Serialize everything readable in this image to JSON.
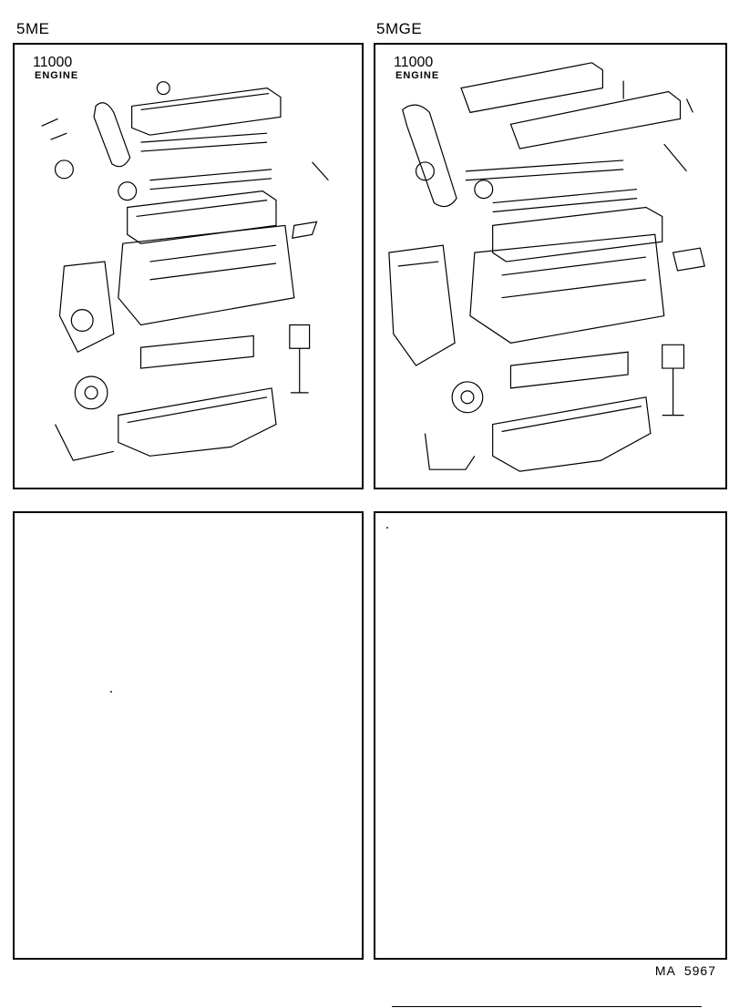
{
  "panels": {
    "left_top": {
      "model": "5ME",
      "part_number": "11000",
      "part_name": "ENGINE",
      "icon": "engine-exploded-diagram"
    },
    "right_top": {
      "model": "5MGE",
      "part_number": "11000",
      "part_name": "ENGINE",
      "icon": "engine-exploded-diagram"
    }
  },
  "footer": {
    "ref": "MA  5967"
  }
}
